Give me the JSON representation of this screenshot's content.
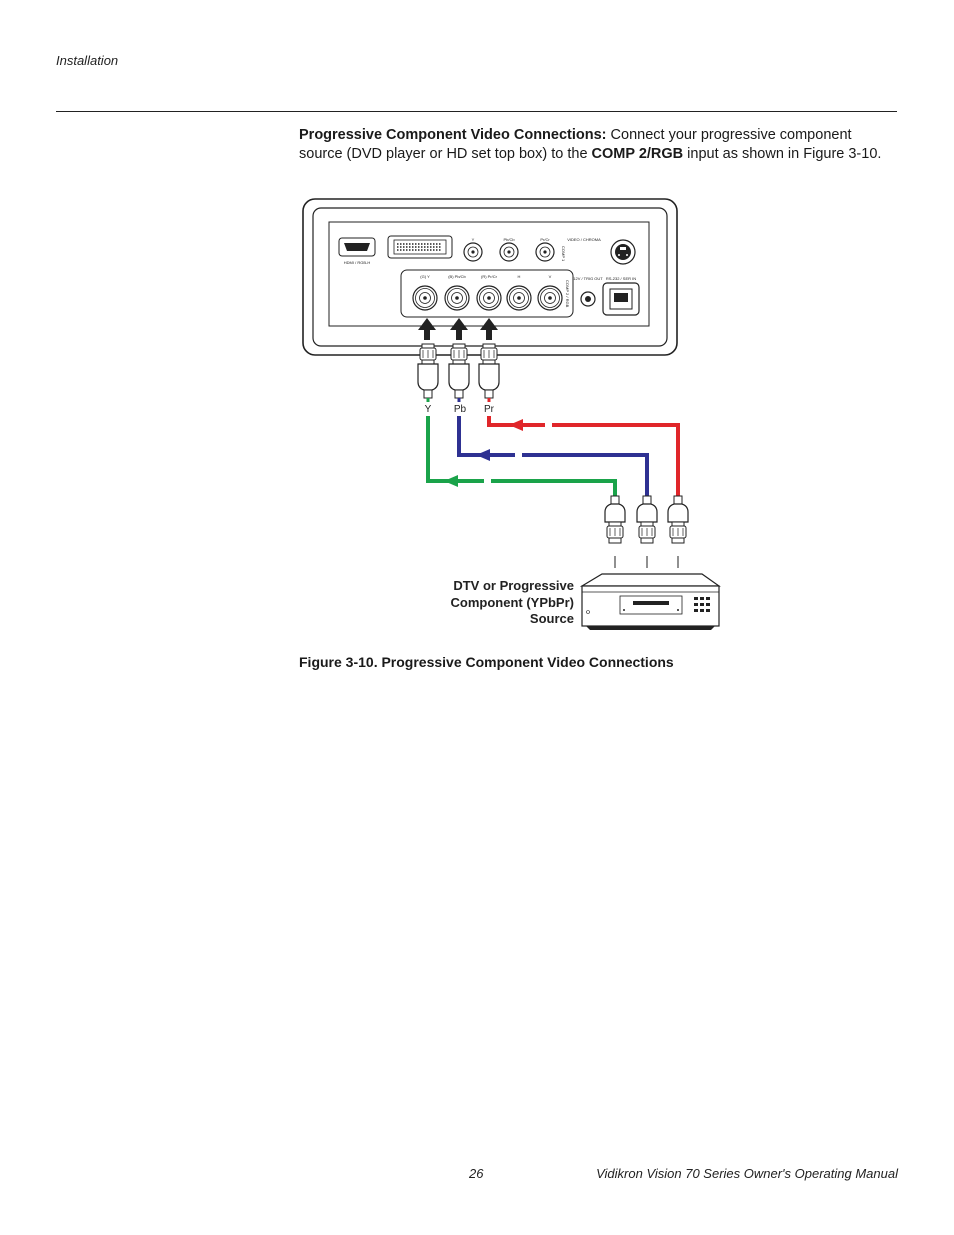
{
  "header": {
    "section": "Installation"
  },
  "body": {
    "lead": "Progressive Component Video Connections:",
    "text1": " Connect your progressive component source (DVD player or HD set top box) to the ",
    "input_name": "COMP 2/RGB",
    "text2": " input as shown in Figure 3-10."
  },
  "figure": {
    "caption": "Figure 3-10. Progressive Component Video Connections",
    "panel_labels": {
      "hdmi": "HDMI / RGB-H",
      "comp1_y": "Y",
      "comp1_pb": "Pb/Cb",
      "comp1_pr": "Pr/Cr",
      "video_label": "VIDEO / CHROMA",
      "comp1_side": "COMP 1",
      "comp2_side": "COMP 2 / RGB",
      "bnc_g": "(G) Y",
      "bnc_b": "(B) Pb/Cb",
      "bnc_r": "(R) Pr/Cr",
      "bnc_h": "H",
      "bnc_v": "V",
      "trigger": "12V / TRIG OUT",
      "rs232": "RS-232 / SER IN"
    },
    "cable_labels": {
      "y": "Y",
      "pb": "Pb",
      "pr": "Pr"
    },
    "source_label": [
      "DTV or Progressive",
      "Component (YPbPr)",
      "Source"
    ],
    "colors": {
      "y": "#1aa34a",
      "pb": "#2e3192",
      "pr": "#e0262a"
    }
  },
  "footer": {
    "page_number": "26",
    "manual_title": "Vidikron Vision 70 Series Owner's Operating Manual"
  }
}
